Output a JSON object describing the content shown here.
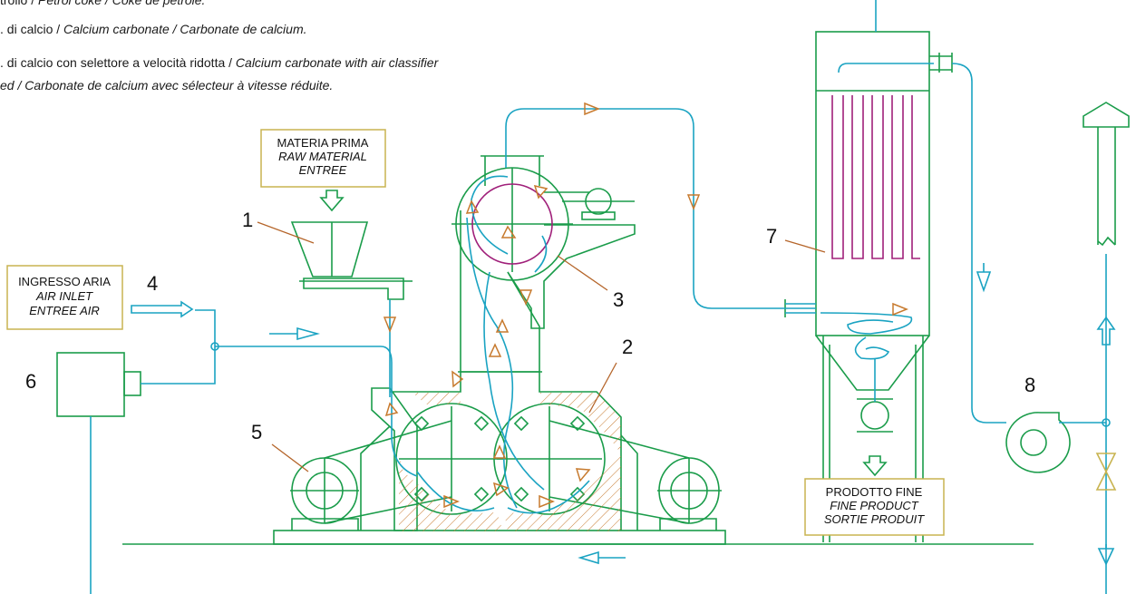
{
  "legend": {
    "line1_head": "trolio / ",
    "line1_tail": "Petrol coke / Coke de pétrole.",
    "line2_head": ". di calcio / ",
    "line2_tail": "Calcium carbonate / Carbonate de calcium.",
    "line3_head": ". di calcio con selettore a velocità ridotta / ",
    "line3_tail": "Calcium carbonate with air classifier",
    "line4": "ed / Carbonate de calcium avec sélecteur à vitesse réduite."
  },
  "boxes": {
    "raw_material": [
      "MATERIA PRIMA",
      "RAW MATERIAL",
      "ENTREE"
    ],
    "air_inlet": [
      "INGRESSO ARIA",
      "AIR INLET",
      "ENTREE AIR"
    ],
    "fine_product": [
      "PRODOTTO FINE",
      "FINE PRODUCT",
      "SORTIE PRODUIT"
    ]
  },
  "numbers": [
    "1",
    "2",
    "3",
    "4",
    "5",
    "6",
    "7",
    "8"
  ],
  "colors": {
    "structure": "#1a9c4a",
    "flow": "#1aa3c2",
    "arrow": "#c77a2e",
    "classifier": "#a0207a",
    "box_border": "#c8b450",
    "leader": "#b5652a"
  }
}
